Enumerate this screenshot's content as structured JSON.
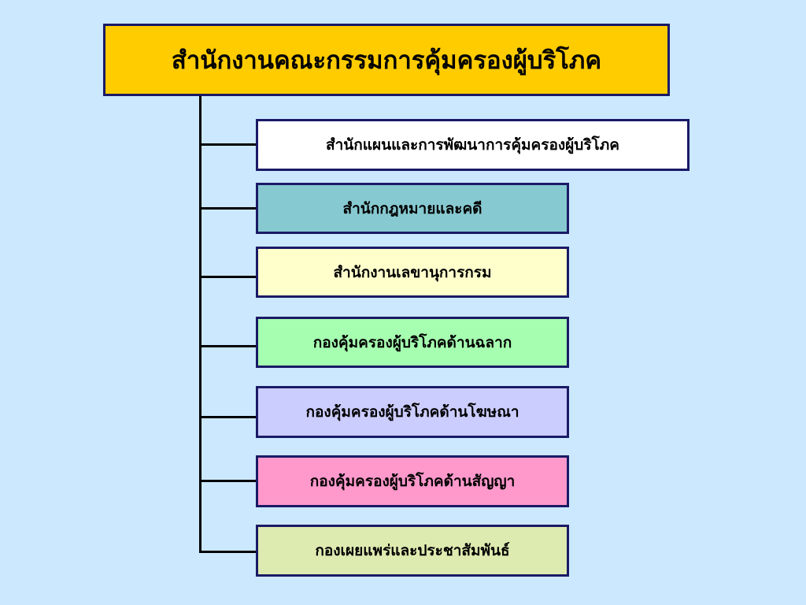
{
  "root": {
    "title": "สำนักงานคณะกรรมการคุ้มครองผู้บริโภค",
    "fill": "#ffcc00"
  },
  "units": [
    {
      "label": "สำนักแผนและการพัฒนาการคุ้มครองผู้บริโภค",
      "fill": "#ffffff"
    },
    {
      "label": "สำนักกฎหมายและคดี",
      "fill": "#87c9d1"
    },
    {
      "label": "สำนักงานเลขานุการกรม",
      "fill": "#ffffcc"
    },
    {
      "label": "กองคุ้มครองผู้บริโภคด้านฉลาก",
      "fill": "#a6ffb0"
    },
    {
      "label": "กองคุ้มครองผู้บริโภคด้านโฆษณา",
      "fill": "#cccdff"
    },
    {
      "label": "กองคุ้มครองผู้บริโภคด้านสัญญา",
      "fill": "#ff99cc"
    },
    {
      "label": "กองเผยแพร่และประชาสัมพันธ์",
      "fill": "#ddebb0"
    }
  ],
  "colors": {
    "background": "#cce8ff",
    "border": "#1a1a66",
    "connector": "#000000"
  }
}
